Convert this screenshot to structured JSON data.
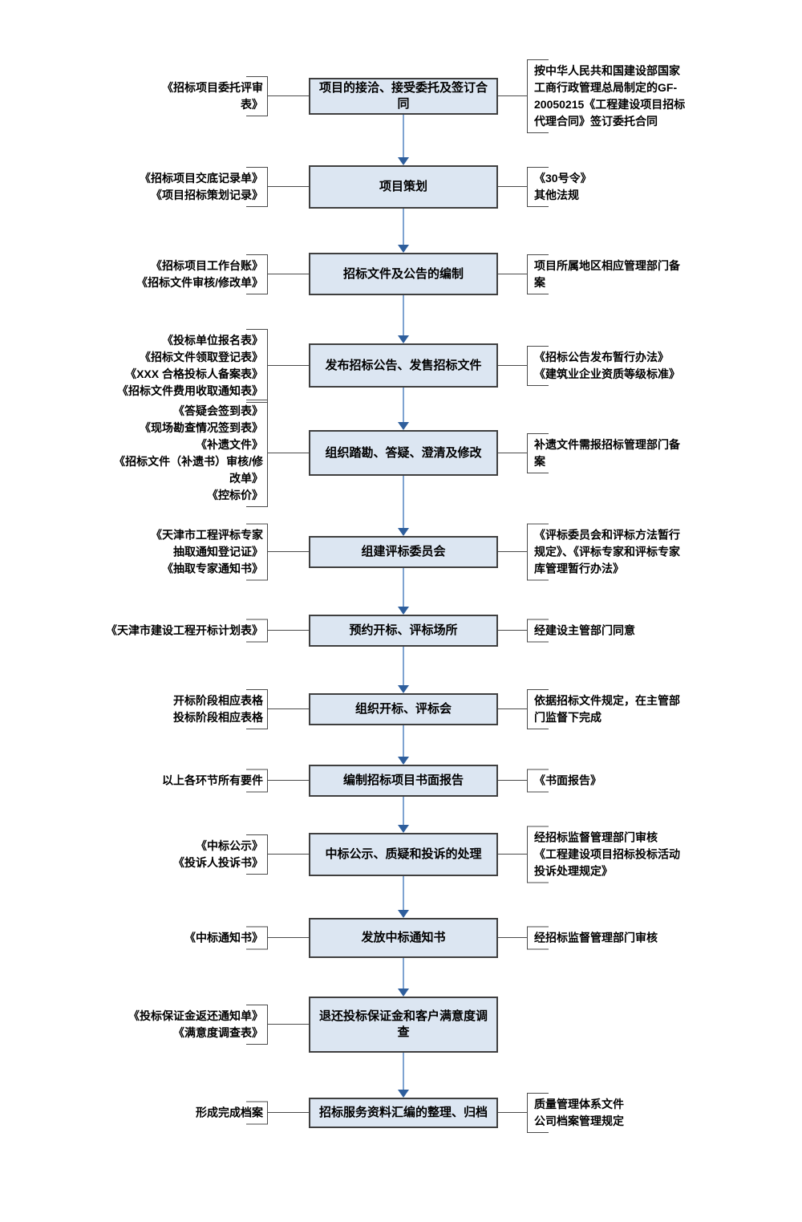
{
  "colors": {
    "box_fill": "#dce6f2",
    "box_border": "#3f3f3f",
    "line": "#4a4a4a",
    "arrow_shaft": "#7ea3d1",
    "arrow_head": "#2e5e9c",
    "text": "#000000",
    "background": "#ffffff"
  },
  "flow": {
    "rows": [
      {
        "left": [
          "《招标项目委托评审表》"
        ],
        "box": "项目的接洽、接受委托及签订合同",
        "right": [
          "按中华人民共和国建设部国家工商行政管理总局制定的GF-20050215《工程建设项目招标代理合同》签订委托合同"
        ]
      },
      {
        "left": [
          "《招标项目交底记录单》",
          "《项目招标策划记录》"
        ],
        "box": "项目策划",
        "right": [
          "《30号令》",
          "其他法规"
        ]
      },
      {
        "left": [
          "《招标项目工作台账》",
          "《招标文件审核/修改单》"
        ],
        "box": "招标文件及公告的编制",
        "right": [
          "项目所属地区相应管理部门备案"
        ]
      },
      {
        "left": [
          "《投标单位报名表》",
          "《招标文件领取登记表》",
          "《XXX 合格投标人备案表》",
          "《招标文件费用收取通知表》"
        ],
        "box": "发布招标公告、发售招标文件",
        "right": [
          "《招标公告发布暂行办法》",
          "《建筑业企业资质等级标准》"
        ]
      },
      {
        "left": [
          "《答疑会签到表》",
          "《现场勘查情况签到表》",
          "《补遗文件》",
          "《招标文件（补遗书）审核/修改单》",
          "《控标价》"
        ],
        "box": "组织踏勘、答疑、澄清及修改",
        "right": [
          "补遗文件需报招标管理部门备案"
        ]
      },
      {
        "left": [
          "《天津市工程评标专家抽取通知登记证》",
          "《抽取专家通知书》"
        ],
        "box": "组建评标委员会",
        "right": [
          "《评标委员会和评标方法暂行规定》、《评标专家和评标专家库管理暂行办法》"
        ]
      },
      {
        "left": [
          "《天津市建设工程开标计划表》"
        ],
        "box": "预约开标、评标场所",
        "right": [
          "经建设主管部门同意"
        ]
      },
      {
        "left": [
          "开标阶段相应表格",
          "投标阶段相应表格"
        ],
        "box": "组织开标、评标会",
        "right": [
          "依据招标文件规定，在主管部门监督下完成"
        ]
      },
      {
        "left": [
          "以上各环节所有要件"
        ],
        "box": "编制招标项目书面报告",
        "right": [
          "《书面报告》"
        ]
      },
      {
        "left": [
          "《中标公示》",
          "《投诉人投诉书》"
        ],
        "box": "中标公示、质疑和投诉的处理",
        "right": [
          "经招标监督管理部门审核",
          "《工程建设项目招标投标活动投诉处理规定》"
        ]
      },
      {
        "left": [
          "《中标通知书》"
        ],
        "box": "发放中标通知书",
        "right": [
          "经招标监督管理部门审核"
        ]
      },
      {
        "left": [
          "《投标保证金返还通知单》",
          "《满意度调查表》"
        ],
        "box": "退还投标保证金和客户满意度调查",
        "right": []
      },
      {
        "left": [
          "形成完成档案"
        ],
        "box": "招标服务资料汇编的整理、归档",
        "right": [
          "质量管理体系文件",
          "公司档案管理规定"
        ]
      }
    ]
  }
}
